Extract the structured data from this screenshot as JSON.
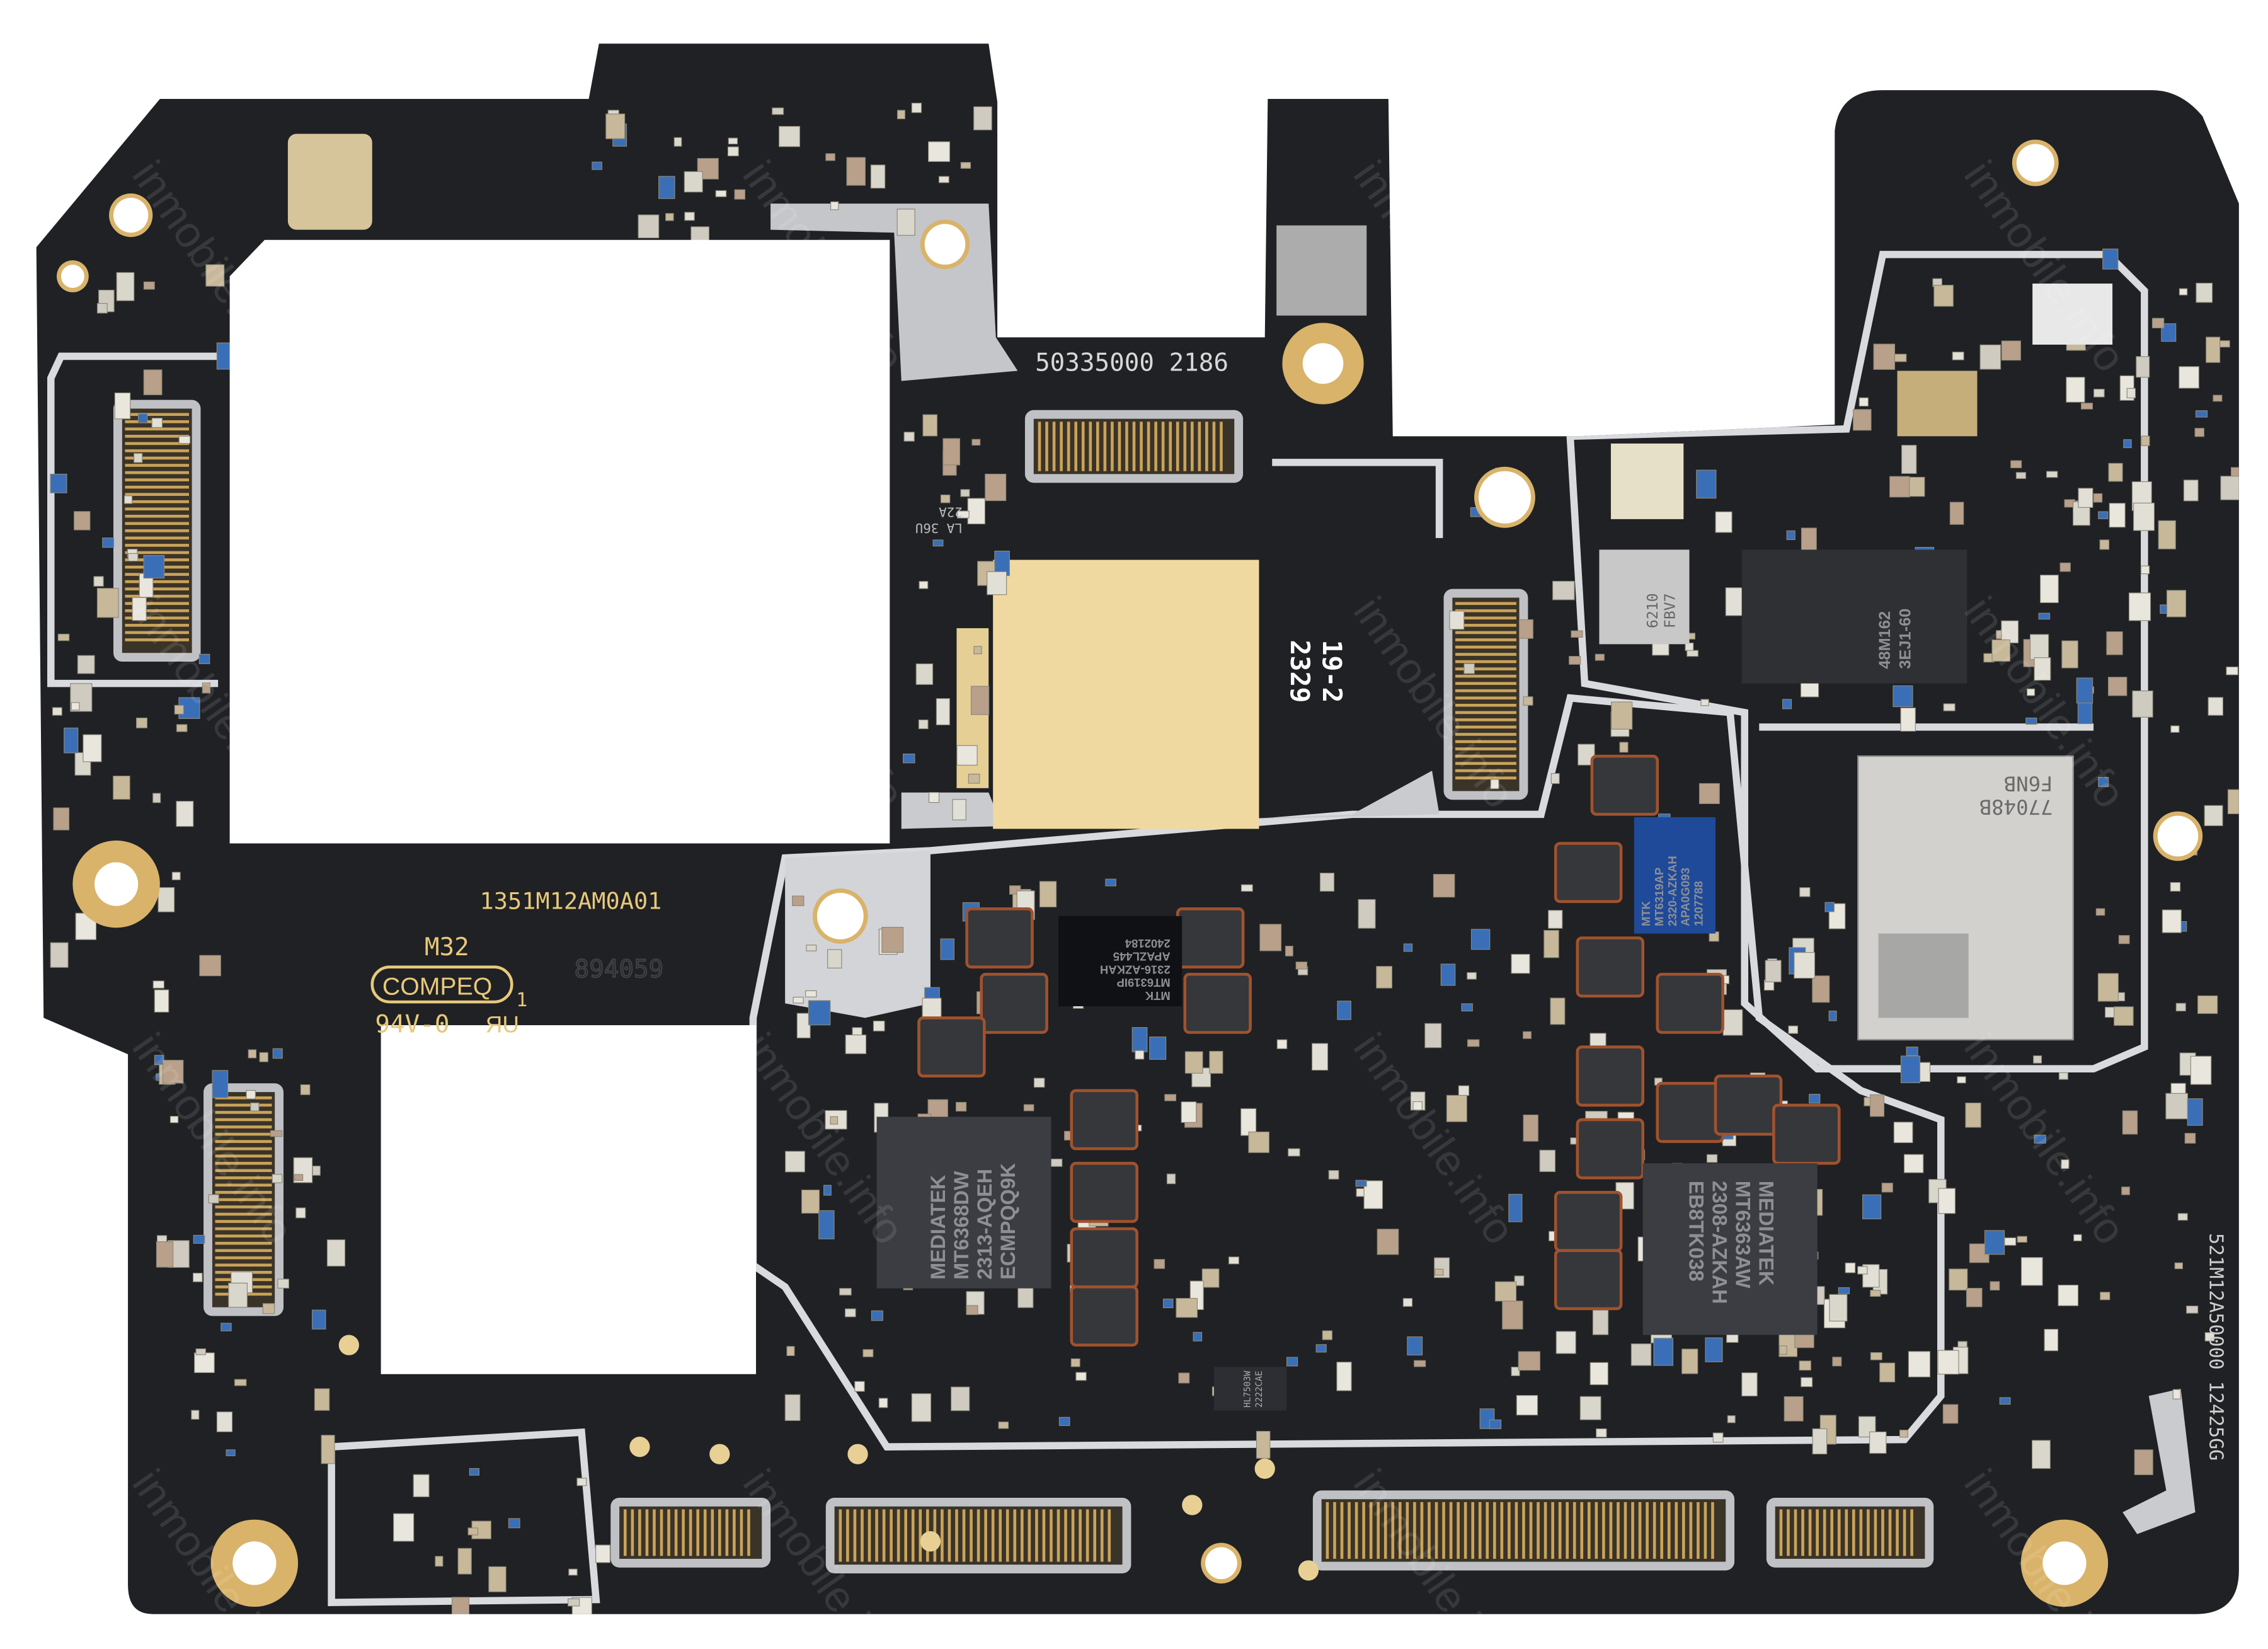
{
  "board": {
    "colors": {
      "pcb": "#1f2124",
      "shield": "#c9cbcf",
      "gold": "#d9b36a",
      "copper_pad": "#f0d9a0",
      "background": "#ffffff",
      "blue_chip": "#1f4a9a"
    },
    "serial_top": "50335000 2186",
    "date_code": [
      "2329",
      "19-2"
    ],
    "part_number": "1351M12AM0A01",
    "model": "M32",
    "manufacturer_logo": "COMPEQ",
    "manufacturer_suffix": "1",
    "flammability": "94V-0",
    "ul_mark": "ЯU",
    "engraved_code": "894059",
    "side_serial": "521M12A50000 12425GG",
    "tiny_label": [
      "LA 36U",
      "22A"
    ]
  },
  "chips": {
    "pmic_left": [
      "MEDIATEK",
      "MT6368DW",
      "2313-AQEH",
      "ECMPQQ9K"
    ],
    "pmic_right": [
      "MEDIATEK",
      "MT6363AW",
      "2308-AZKAH",
      "EB8TK038"
    ],
    "buck_small": [
      "MTK",
      "MT6319IP",
      "2316-AZKAH",
      "APAZL445",
      "2402184"
    ],
    "buck_blue": [
      "MTK",
      "MT6319AP",
      "2320-AZKAH",
      "APA0G093",
      "1207788"
    ],
    "rf_module": [
      "77048B",
      "F6NB"
    ],
    "rf_chip": [
      "48M162",
      "3EJ1-60"
    ],
    "small_ic": [
      "6210",
      "FBV7"
    ],
    "bottom_ic": [
      "HL7503W",
      "2222CAE"
    ]
  },
  "watermark": "inmobile.info"
}
